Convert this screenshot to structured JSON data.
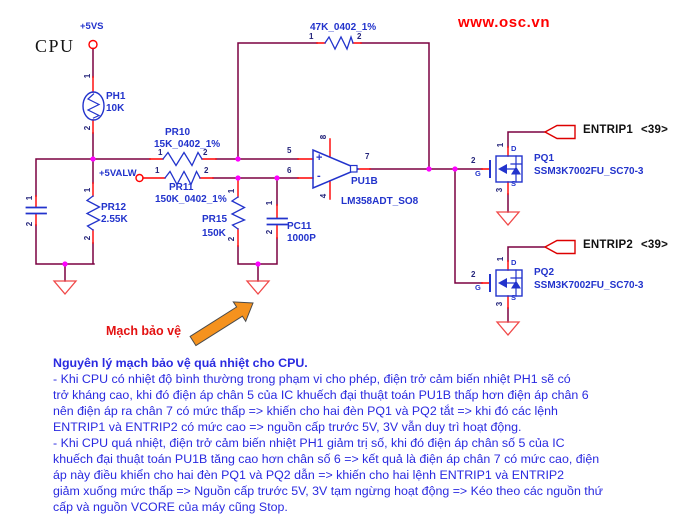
{
  "page": {
    "region_label": "CPU",
    "watermark": "www.osc.vn",
    "callout_label": "Mạch bảo vệ"
  },
  "nets": {
    "v5s": "+5VS",
    "v5alw": "+5VALW"
  },
  "flags": {
    "entrip1": {
      "name": "ENTRIP1",
      "page": "<39>"
    },
    "entrip2": {
      "name": "ENTRIP2",
      "page": "<39>"
    }
  },
  "components": {
    "ph1": {
      "ref": "PH1",
      "value": "10K",
      "pin1": "1",
      "pin2": "2"
    },
    "r47k": {
      "value": "47K_0402_1%",
      "pin1": "1",
      "pin2": "2"
    },
    "pr10": {
      "ref": "PR10",
      "value": "15K_0402_1%",
      "pin1": "1",
      "pin2": "2"
    },
    "pr11": {
      "ref": "PR11",
      "value": "150K_0402_1%",
      "pin1": "1",
      "pin2": "2"
    },
    "pr12": {
      "ref": "PR12",
      "value": "2.55K",
      "pin1": "1",
      "pin2": "2"
    },
    "pr15": {
      "ref": "PR15",
      "value": "150K",
      "pin1": "1",
      "pin2": "2"
    },
    "cap_left": {
      "pin1": "1",
      "pin2": "2"
    },
    "pc11": {
      "ref": "PC11",
      "value": "1000P",
      "pin1": "1",
      "pin2": "2"
    },
    "pu1b": {
      "ref": "PU1B",
      "value": "LM358ADT_SO8",
      "pin_plus": "5",
      "pin_minus": "6",
      "pin_out": "7",
      "pin_vcc": "8",
      "pin_vee": "4",
      "plus": "+",
      "minus": "-"
    },
    "pq1": {
      "ref": "PQ1",
      "value": "SSM3K7002FU_SC70-3",
      "pin_d": "1",
      "pin_g": "2",
      "pin_s": "3",
      "d": "D",
      "g": "G",
      "s": "S"
    },
    "pq2": {
      "ref": "PQ2",
      "value": "SSM3K7002FU_SC70-3",
      "pin_d": "1",
      "pin_g": "2",
      "pin_s": "3",
      "d": "D",
      "g": "G",
      "s": "S"
    }
  },
  "description": {
    "title": "Nguyên lý mạch bảo vệ quá nhiệt cho CPU.",
    "lines": [
      "- Khi CPU có nhiệt độ bình thường trong phạm vi cho phép, điện trở cảm biến nhiệt PH1 sẽ có",
      "trở kháng cao, khi đó điện áp chân 5 của IC khuếch đại thuật toán PU1B thấp hơn điện áp chân 6",
      "nên điện áp ra chân 7 có mức thấp => khiến cho hai đèn PQ1 và PQ2 tắt => khi đó các lệnh",
      "ENTRIP1 và ENTRIP2 có mức cao => nguồn cấp trước 5V, 3V vẫn duy trì hoạt động.",
      "- Khi CPU quá nhiệt, điện trở cảm biến nhiệt PH1 giảm trị số, khi đó điện áp chân số 5 của IC",
      "khuếch đại thuật toán PU1B tăng cao hơn chân số 6 => kết quả là điện áp chân 7 có mức cao, điện",
      "áp này điều khiển cho hai đèn PQ1 và PQ2 dẫn => khiến cho hai lệnh ENTRIP1 và ENTRIP2",
      "giảm xuống mức thấp => Nguồn cấp trước 5V, 3V tạm ngừng hoạt động => Kéo theo các nguồn thứ",
      "cấp và nguồn VCORE của máy cũng Stop."
    ]
  },
  "colors": {
    "wire": "#7B0040",
    "pin_stub": "#FF0000",
    "component": "#2233CC",
    "junction": "#FF00FF",
    "ground": "#F04848",
    "flag": "#DD0000",
    "body_text": "#2A2AE0",
    "red_text": "#FF0000",
    "arrow": "#F5921E"
  }
}
